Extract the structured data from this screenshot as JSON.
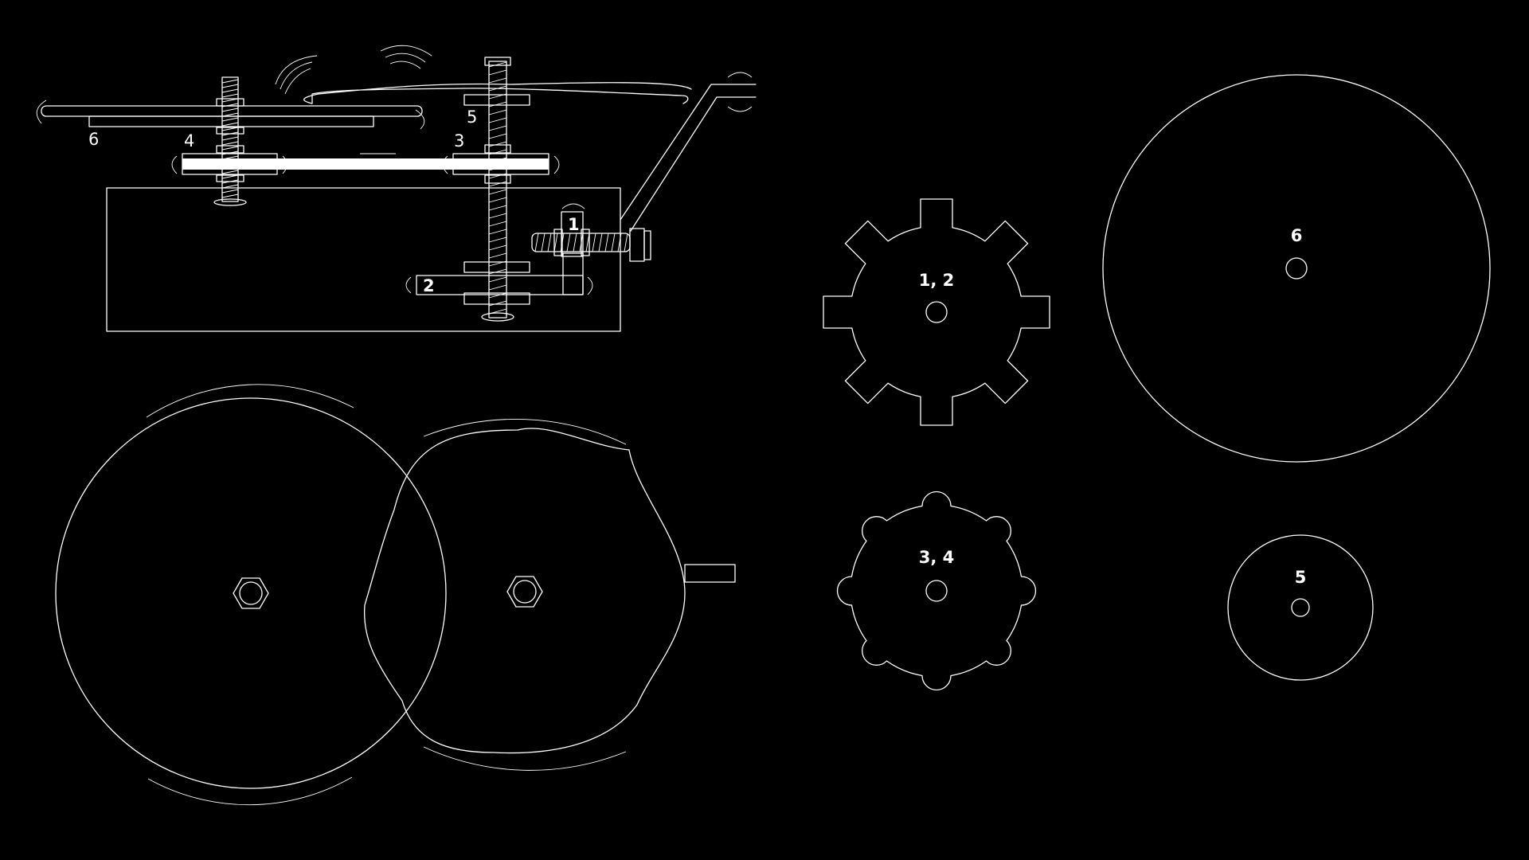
{
  "background_color": "#000000",
  "line_color": "#ffffff",
  "labels": {
    "side_view": {
      "part_1": "1",
      "part_2": "2",
      "part_3": "3",
      "part_4": "4",
      "part_5": "5",
      "part_6": "6"
    },
    "part_templates": {
      "gear_1_2": "1, 2",
      "gear_3_4": "3, 4",
      "disc_5": "5",
      "disc_6": "6"
    }
  },
  "parts": {
    "gear_1_2": {
      "teeth": 8,
      "tooth_shape": "square"
    },
    "gear_3_4": {
      "teeth": 8,
      "tooth_shape": "round"
    }
  }
}
